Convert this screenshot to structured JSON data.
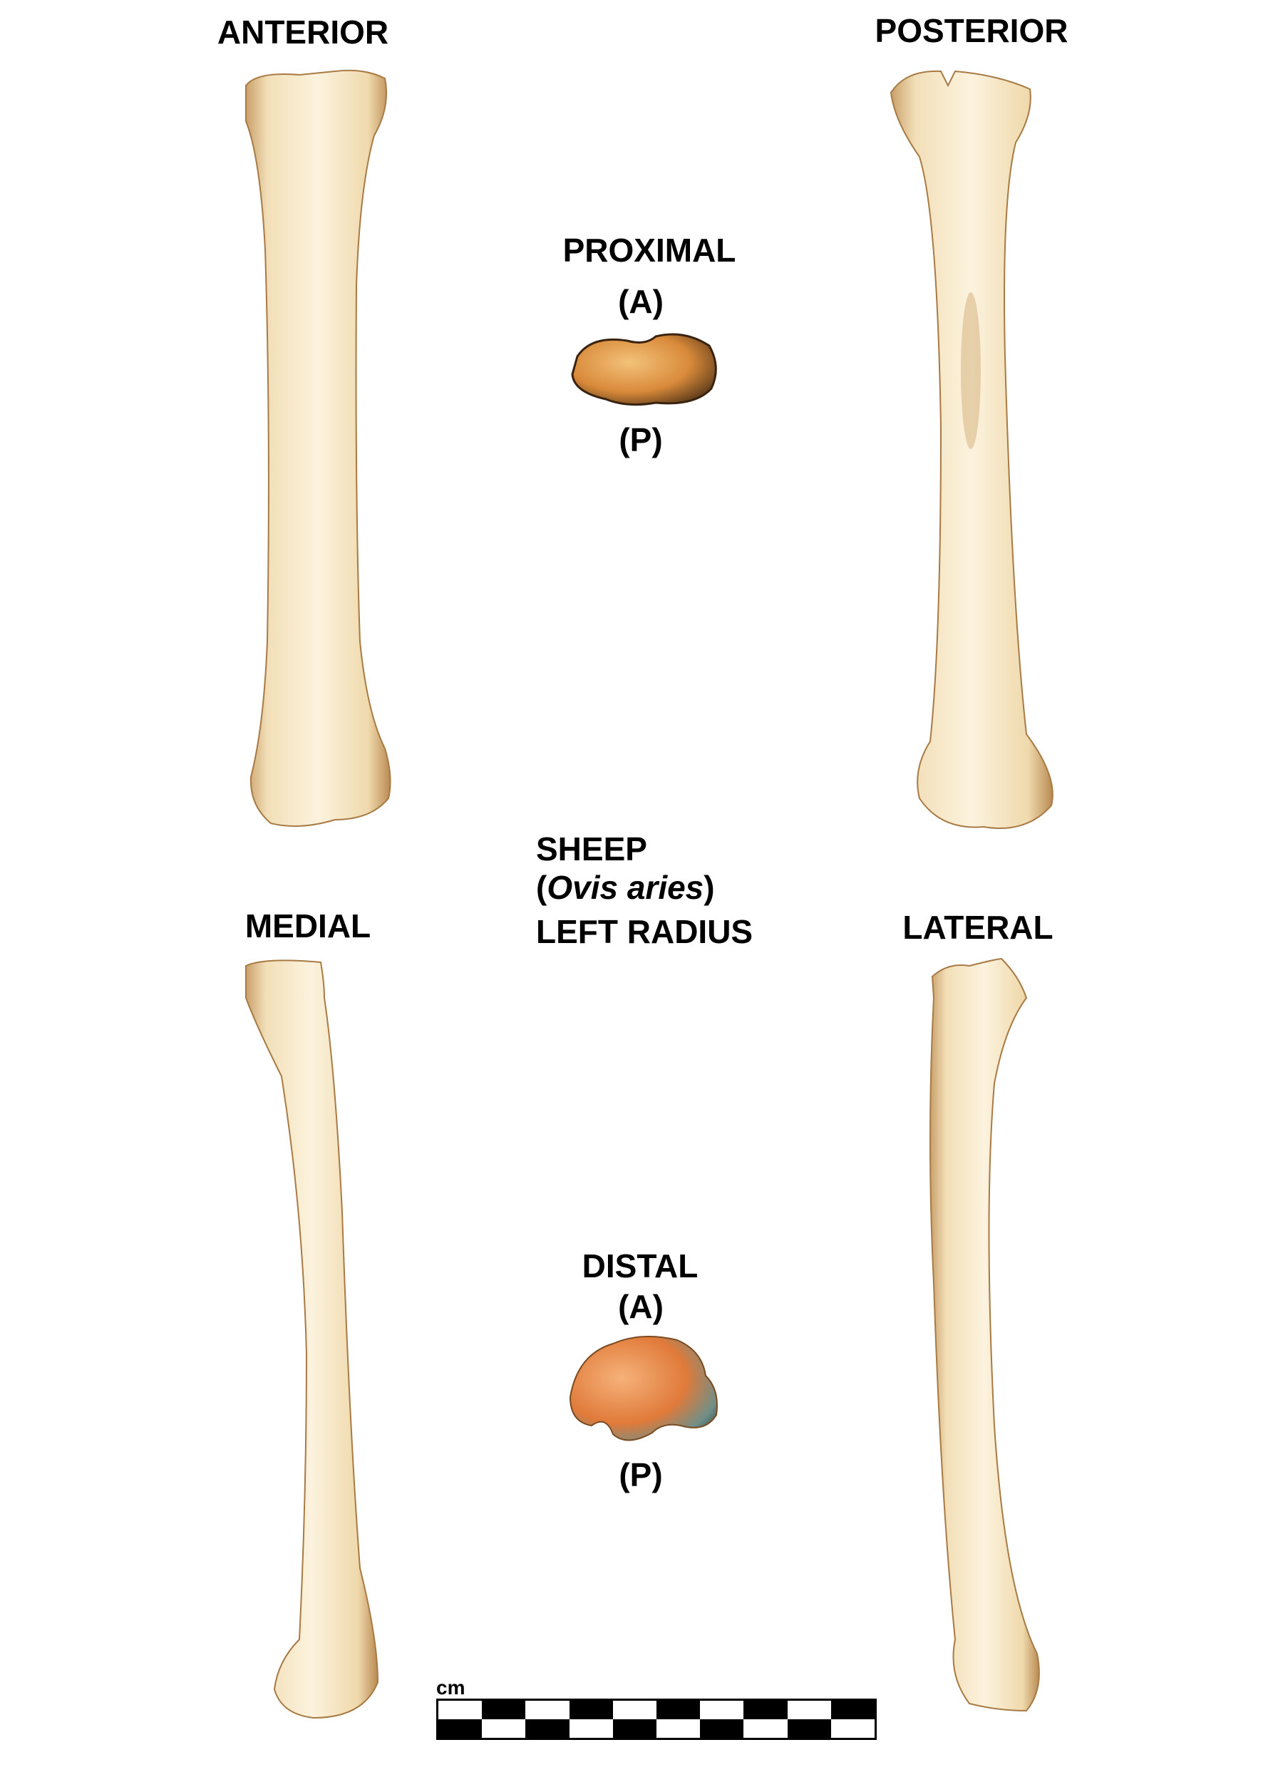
{
  "labels": {
    "anterior": "ANTERIOR",
    "posterior": "POSTERIOR",
    "medial": "MEDIAL",
    "lateral": "LATERAL",
    "proximal": "PROXIMAL",
    "proximal_a": "(A)",
    "proximal_p": "(P)",
    "distal": "DISTAL",
    "distal_a": "(A)",
    "distal_p": "(P)"
  },
  "title": {
    "common_name": "SHEEP",
    "open_paren": "(",
    "scientific_name": "Ovis aries",
    "close_paren": ")",
    "element": "LEFT RADIUS"
  },
  "scale_bar": {
    "unit": "cm",
    "segments": 10
  },
  "colors": {
    "bone_light": "#fbf0d6",
    "bone_mid": "#efd9ac",
    "bone_edge": "#b98a52",
    "articular": "#d98a3a"
  }
}
